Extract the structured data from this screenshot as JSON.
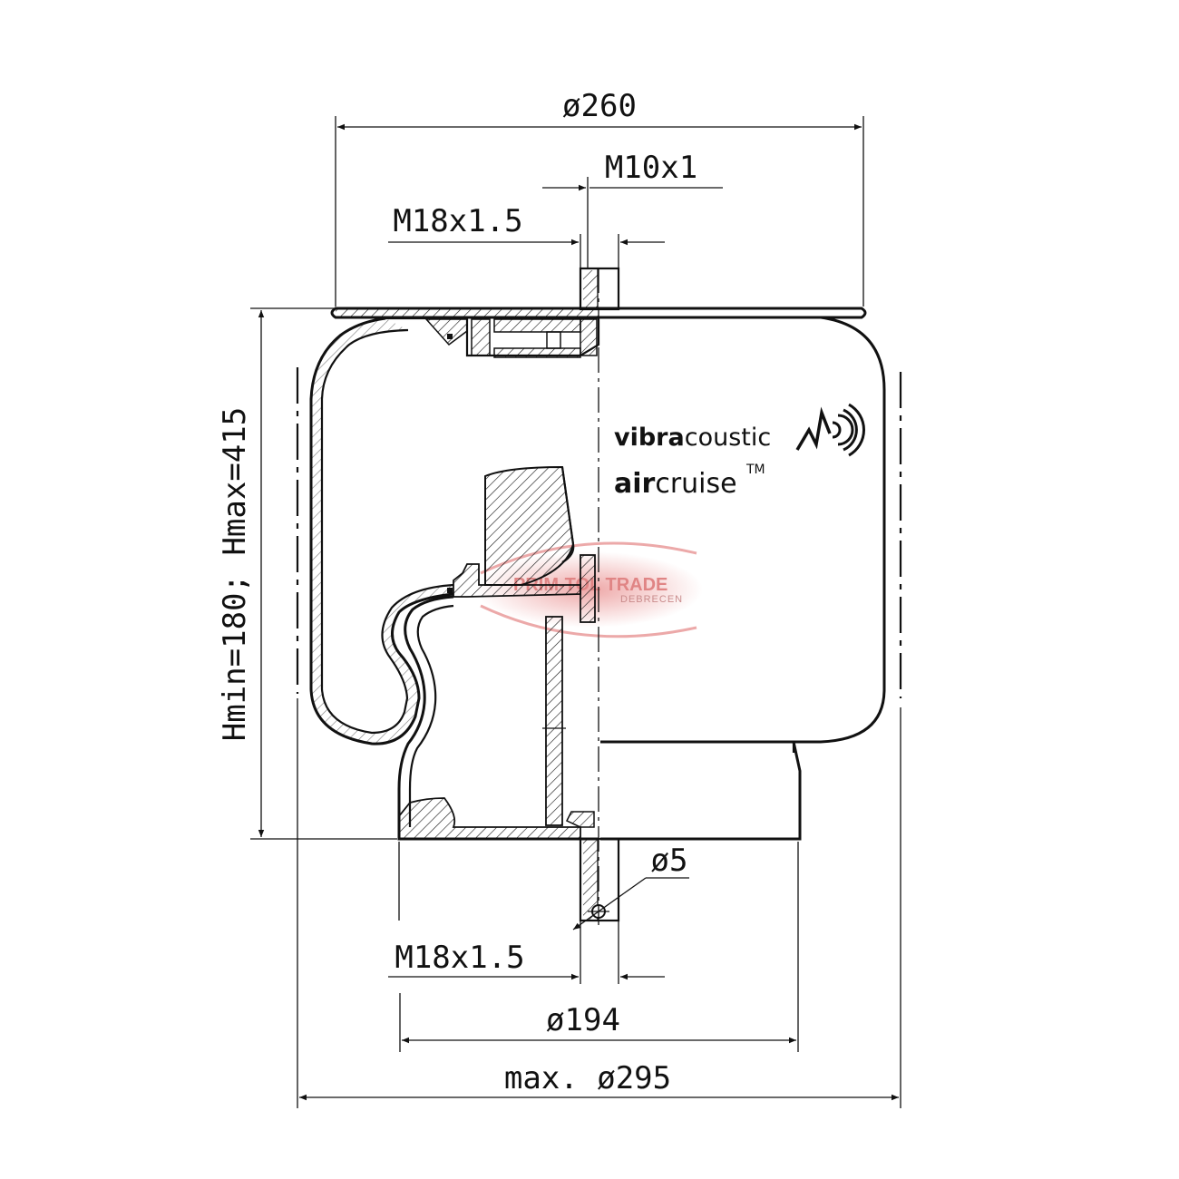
{
  "dimensions": {
    "top_diameter": "ø260",
    "thread_small": "M10x1",
    "thread_top": "M18x1.5",
    "height": "Hmin=180;   Hmax=415",
    "pin_diameter": "ø5",
    "thread_bottom": "M18x1.5",
    "bottom_diameter": "ø194",
    "max_diameter": "max. ø295"
  },
  "brand": {
    "name_bold": "vibra",
    "name_regular": "coustic",
    "product_bold": "air",
    "product_regular": "cruise",
    "trademark": "TM"
  },
  "watermark": {
    "line1": "PRIM-TOL TRADE",
    "line2": "DEBRECEN",
    "color": "#d94a4a"
  }
}
